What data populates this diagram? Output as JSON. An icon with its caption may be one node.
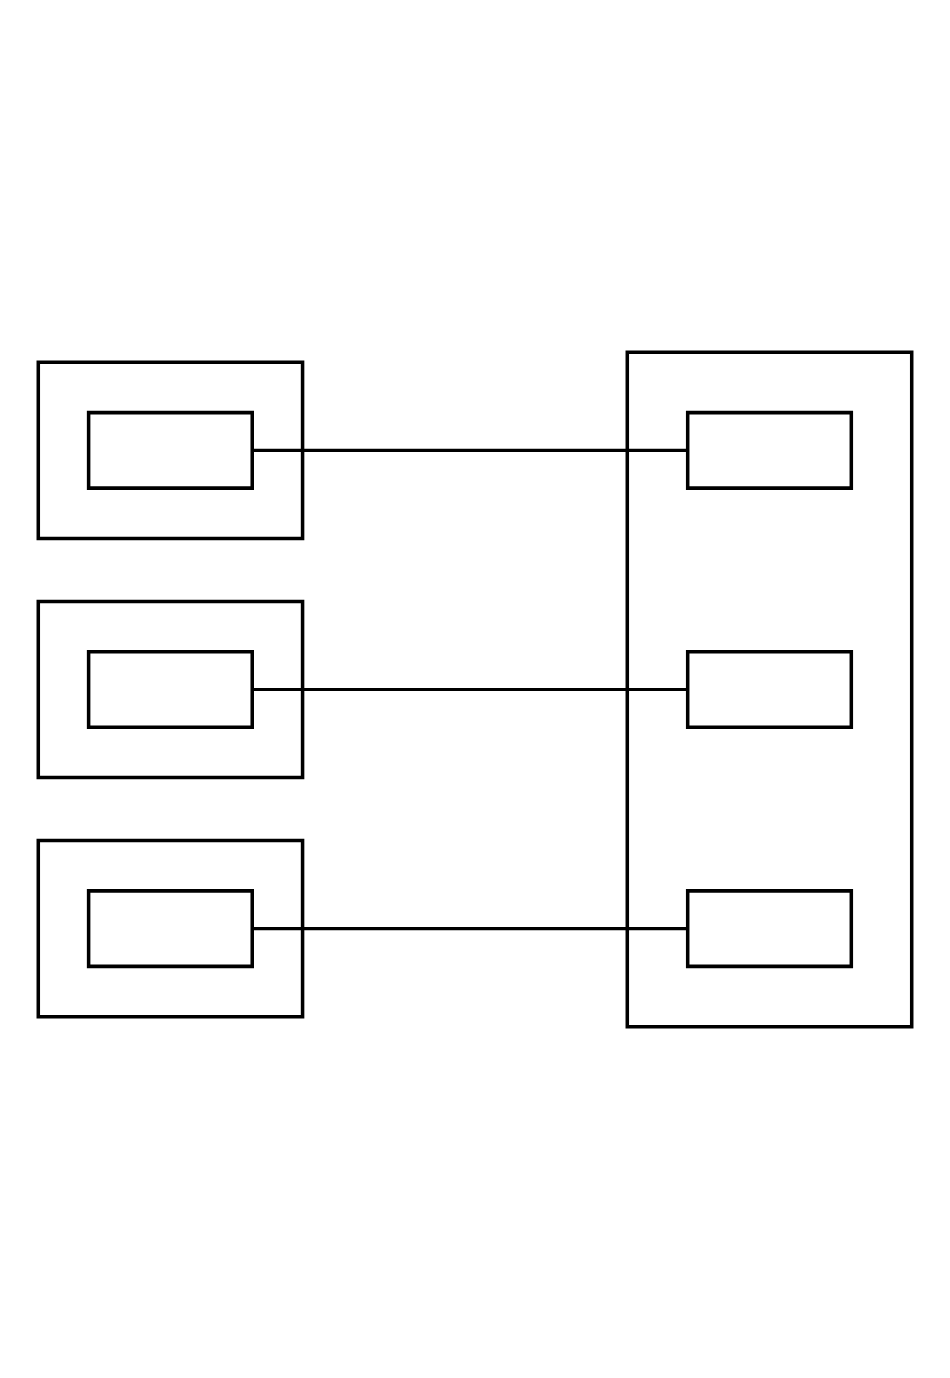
{
  "diagram": {
    "nodes": [
      {
        "text": [],
        "shape": "box"
      },
      {
        "text": [],
        "shape": "box",
        "in": 0
      },
      {
        "text": [],
        "shape": "box"
      },
      {
        "text": [],
        "shape": "box",
        "in": 2
      },
      {
        "text": [],
        "shape": "box"
      },
      {
        "text": [],
        "shape": "box",
        "in": 4
      },
      {
        "text": [],
        "shape": "box"
      },
      {
        "text": [],
        "shape": "box",
        "in": 6
      },
      {
        "text": [],
        "shape": "box",
        "in": 6
      },
      {
        "text": [],
        "shape": "box",
        "in": 6
      }
    ],
    "edges": [
      {
        "from": 1,
        "to": 7,
        "arrow": "none"
      },
      {
        "from": 3,
        "to": 8,
        "arrow": "none"
      },
      {
        "from": 5,
        "to": 9,
        "arrow": "none"
      }
    ]
  }
}
